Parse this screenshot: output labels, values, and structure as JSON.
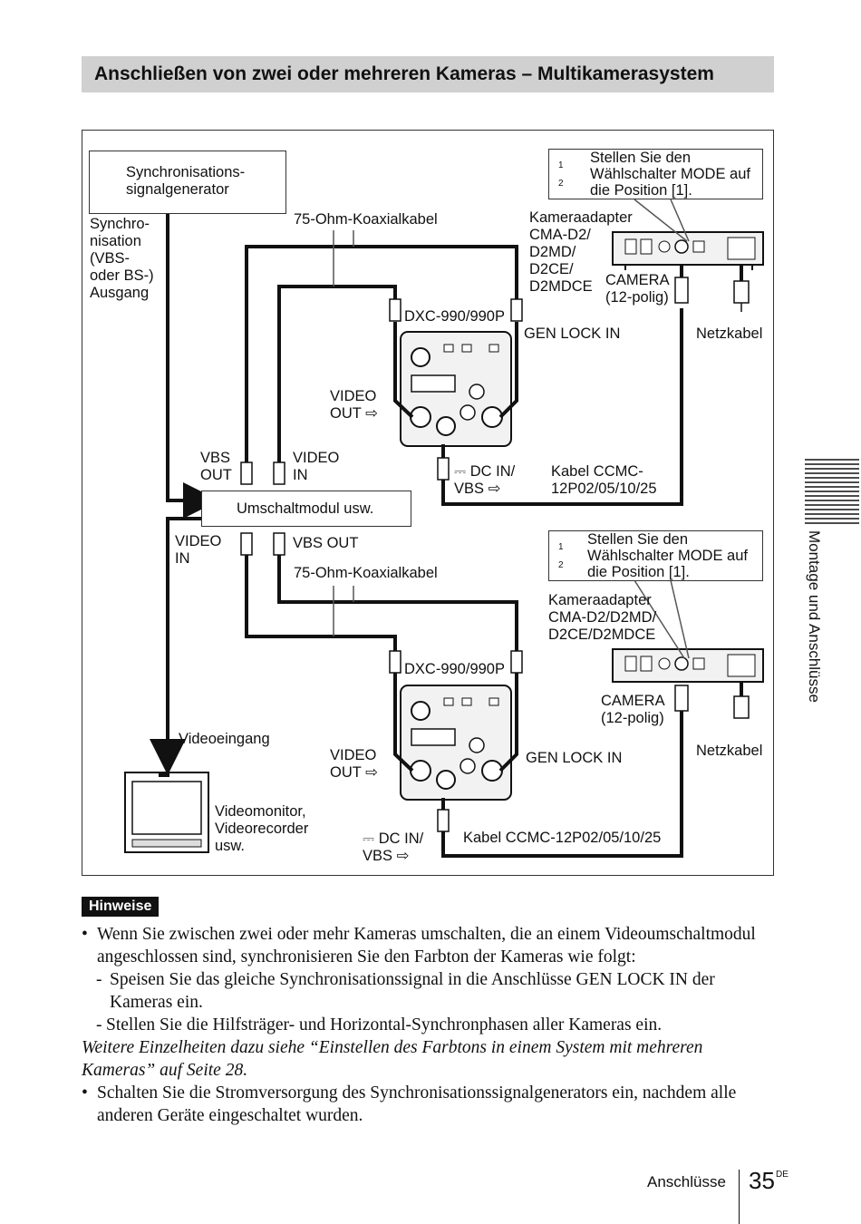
{
  "title": "Anschließen von zwei oder mehreren Kameras – Multikamerasystem",
  "diagram": {
    "sync_generator": "Synchronisations-\nsignalgenerator",
    "sync_output": "Synchro-\nnisation\n(VBS-\noder BS-)\nAusgang",
    "coax_top": "75-Ohm-Koaxialkabel",
    "coax_bottom": "75-Ohm-Koaxialkabel",
    "mode_note_top": "Stellen Sie den\nWählschalter MODE auf\ndie Position [1].",
    "mode_note_bottom": "Stellen Sie den\nWählschalter MODE auf\ndie Position [1].",
    "switch_digits_top": "1\n2",
    "switch_digits_bottom": "1\n2",
    "adapter_top": "Kameraadapter\nCMA-D2/\nD2MD/\nD2CE/\nD2MDCE",
    "adapter_bottom": "Kameraadapter\nCMA-D2/D2MD/\nD2CE/D2MDCE",
    "camera_top": "CAMERA\n(12-polig)",
    "camera_bottom": "CAMERA\n(12-polig)",
    "dxc_top": "DXC-990/990P",
    "dxc_bottom": "DXC-990/990P",
    "genlock_top": "GEN LOCK IN",
    "genlock_bottom": "GEN LOCK IN",
    "netzkabel_top": "Netzkabel",
    "netzkabel_bottom": "Netzkabel",
    "video_out_top": "VIDEO\nOUT ⇨",
    "video_out_bottom": "VIDEO\nOUT ⇨",
    "vbs_out_left": "VBS\nOUT",
    "video_in_left": "VIDEO\nIN",
    "dcin_top": "⎓ DC IN/\nVBS ⇨",
    "dcin_bottom": "⎓ DC IN/\nVBS ⇨",
    "kabel_top": "Kabel CCMC-\n12P02/05/10/25",
    "kabel_bottom": "Kabel CCMC-12P02/05/10/25",
    "switcher": "Umschaltmodul usw.",
    "video_in_mid": "VIDEO\nIN",
    "vbs_out_mid": "VBS OUT",
    "videoeingang": "Videoeingang",
    "monitor": "Videomonitor,\nVideorecorder\nusw."
  },
  "side_tab": "Montage und Anschlüsse",
  "hinweise_label": "Hinweise",
  "notes": {
    "n1": "Wenn Sie zwischen zwei oder mehr Kameras umschalten, die an einem Videoumschaltmodul angeschlossen sind, synchronisieren Sie den Farbton der Kameras wie folgt:",
    "n1a": "Speisen Sie das gleiche Synchronisationssignal in die Anschlüsse GEN LOCK IN der Kameras ein.",
    "n1b": "Stellen Sie die Hilfsträger- und Horizontal-Synchronphasen aller Kameras ein.",
    "ref": "Weitere Einzelheiten dazu siehe “Einstellen des Farbtons in einem System mit mehreren Kameras” auf Seite 28.",
    "n2": "Schalten Sie die Stromversorgung des Synchronisationssignalgenerators ein, nachdem alle anderen Geräte eingeschaltet wurden."
  },
  "footer": {
    "label": "Anschlüsse",
    "page": "35",
    "suffix": "DE"
  },
  "colors": {
    "title_bg": "#d0d0d0",
    "ink": "#111111",
    "device_fill": "#f2f2f2"
  }
}
